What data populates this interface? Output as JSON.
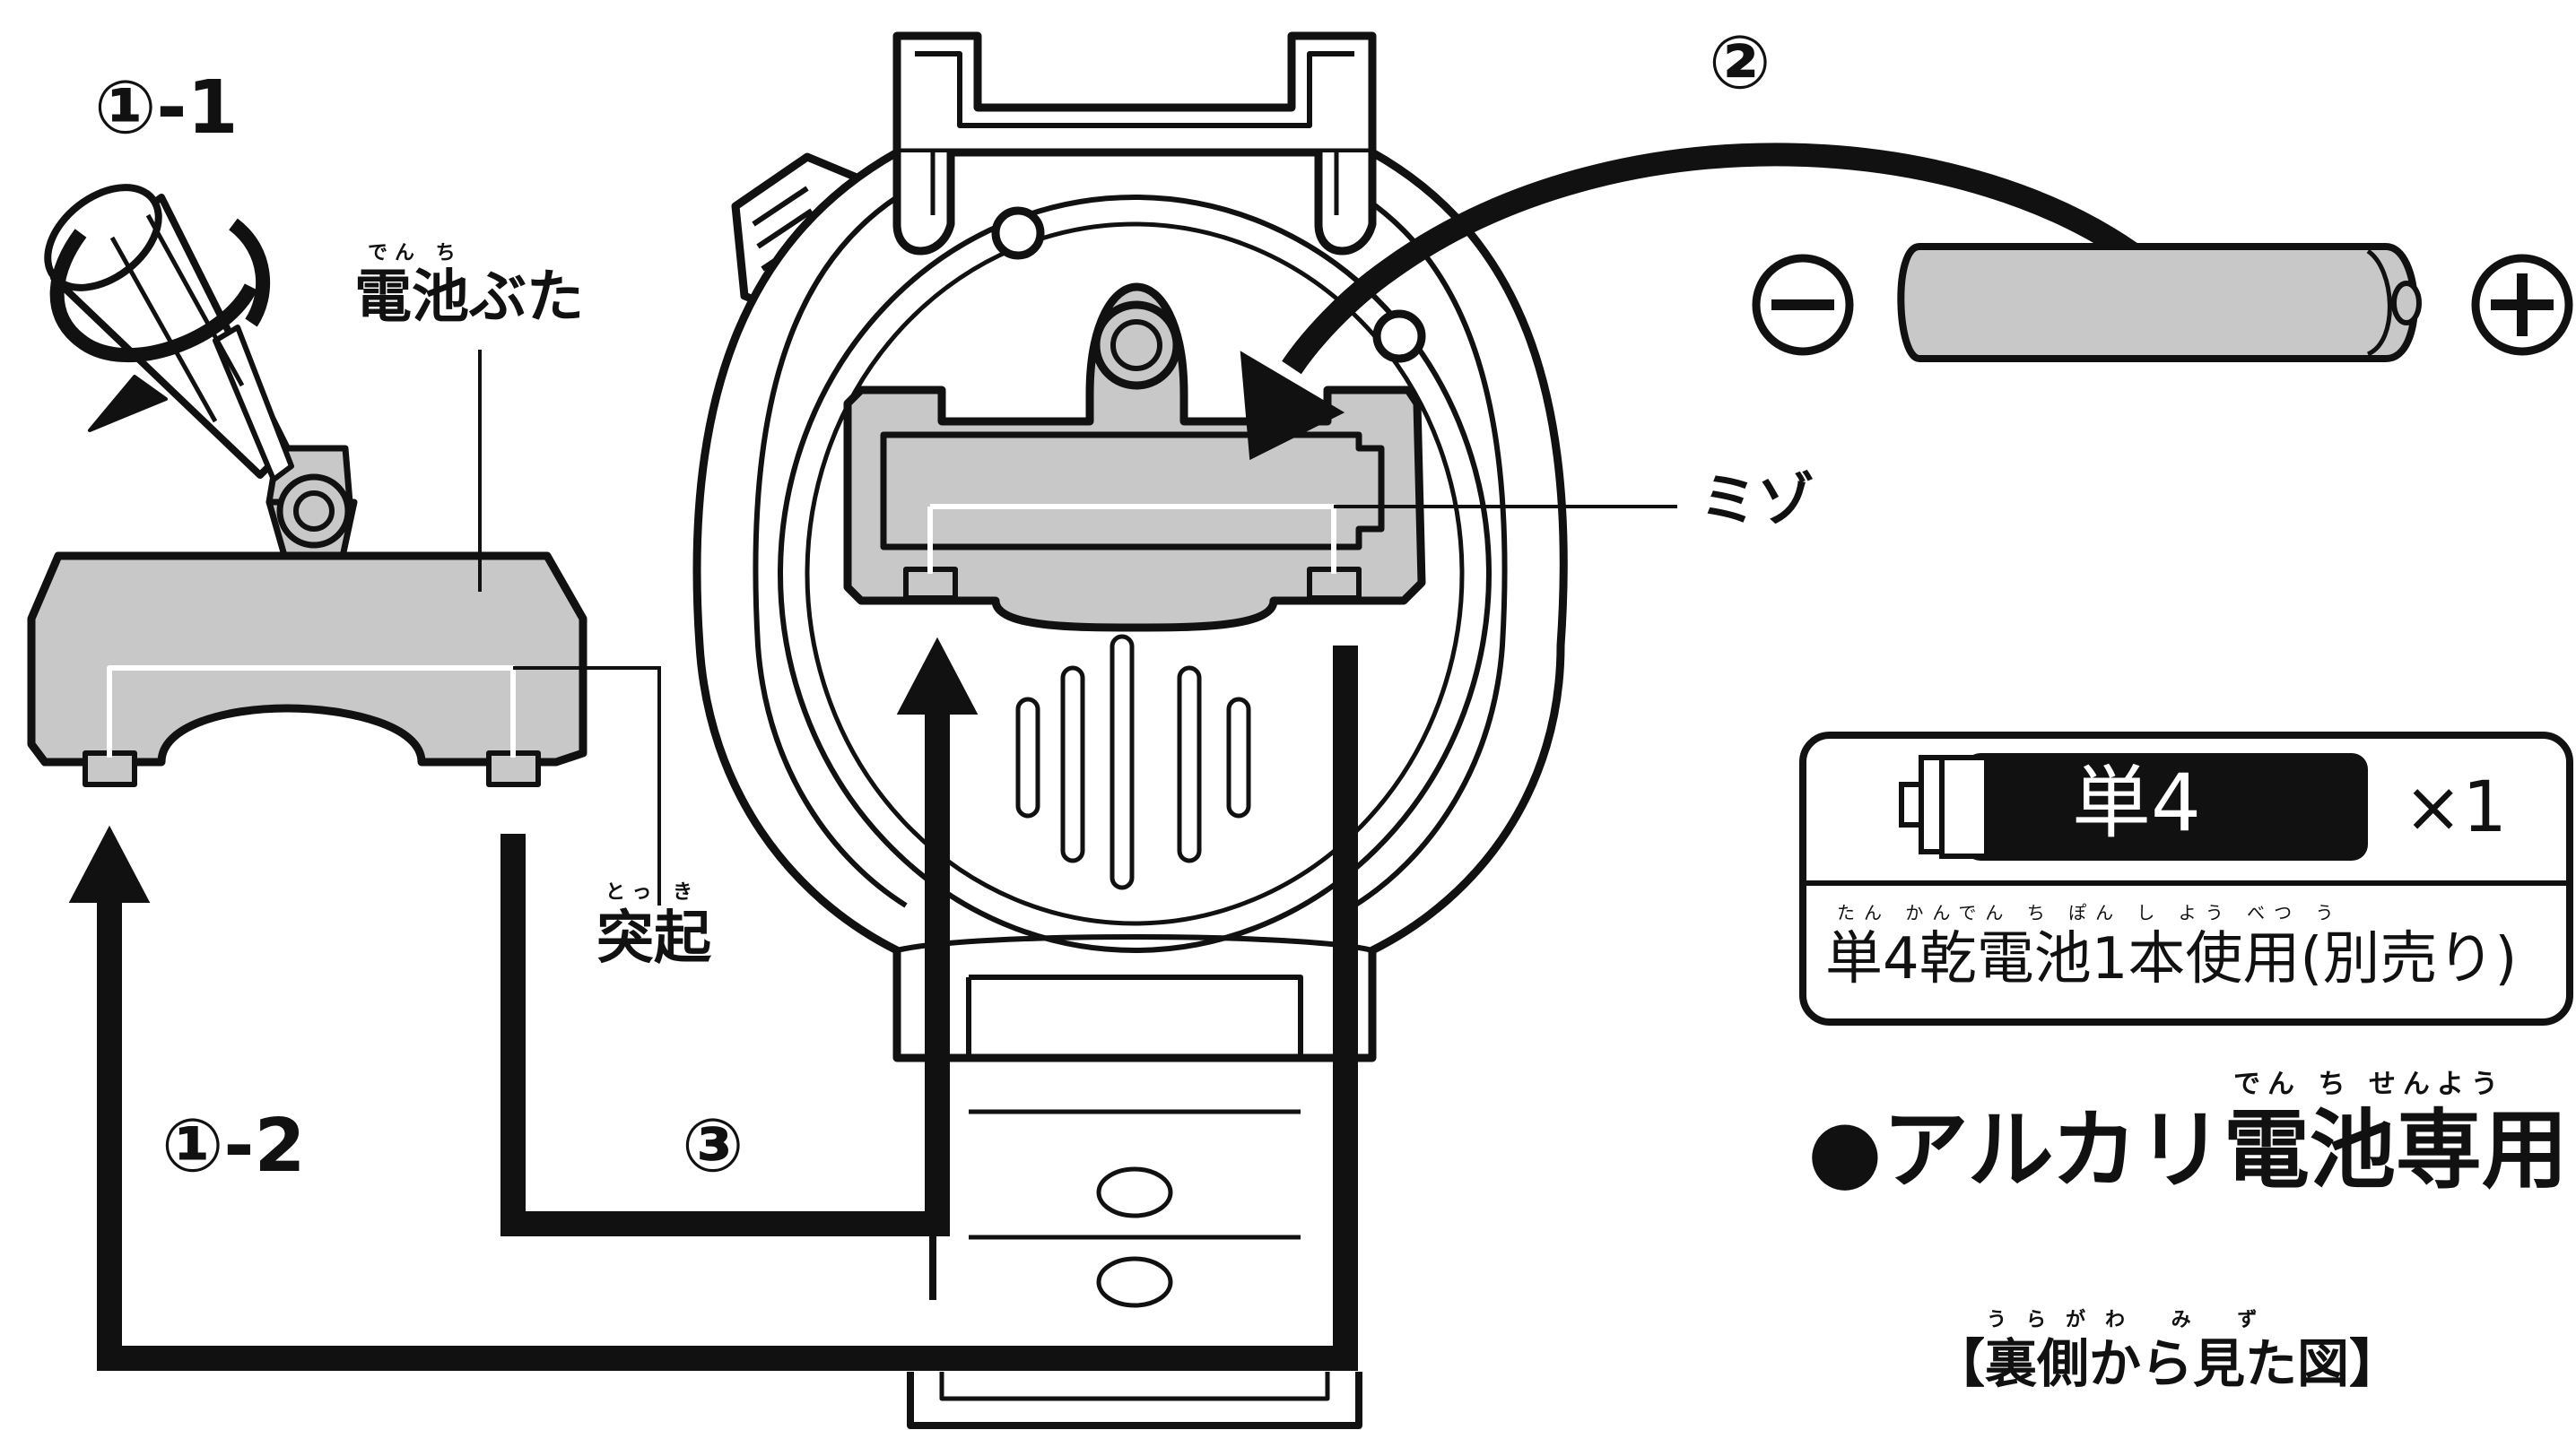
{
  "steps": {
    "step1_1": "①-1",
    "step1_2": "①-2",
    "step2": "②",
    "step3": "③"
  },
  "labels": {
    "battery_cover": "電池ぶた",
    "battery_cover_ruby": "でん ち",
    "protrusion": "突起",
    "protrusion_ruby": "とっ き",
    "groove": "ミゾ",
    "minus_symbol": "−",
    "plus_symbol": "+"
  },
  "battery_box": {
    "type": "単4",
    "quantity": "×1",
    "note": "単4乾電池1本使用(別売り)",
    "note_ruby": "たん かんでん ち ぽん し よう べつ う"
  },
  "alkaline_note": {
    "text": "●アルカリ電池専用",
    "ruby": "でん ち せんよう"
  },
  "view_note": {
    "text": "【裏側から見た図】",
    "ruby": "うらがわ み ず"
  },
  "colors": {
    "ink": "#111111",
    "gray_fill": "#c8c8c8",
    "light_gray": "#dcdcdc",
    "background": "#ffffff"
  },
  "icons": [
    "screwdriver-icon",
    "battery-icon",
    "rotate-arrow-icon",
    "minus-icon",
    "plus-icon"
  ]
}
